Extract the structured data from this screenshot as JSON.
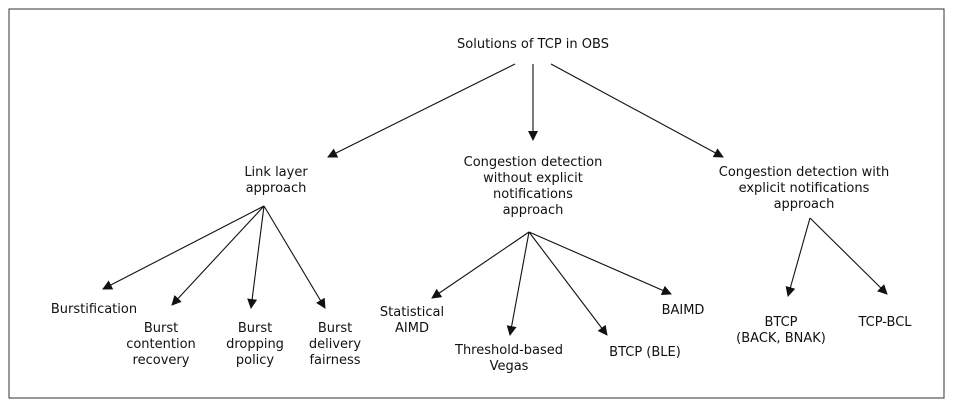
{
  "root": {
    "lines": [
      "Solutions of TCP in OBS"
    ]
  },
  "categories": [
    {
      "id": "link-layer",
      "lines": [
        "Link layer",
        "approach"
      ]
    },
    {
      "id": "implicit",
      "lines": [
        "Congestion detection",
        "without explicit",
        "notifications",
        "approach"
      ]
    },
    {
      "id": "explicit",
      "lines": [
        "Congestion detection with",
        "explicit notifications",
        "approach"
      ]
    }
  ],
  "leaves": [
    {
      "parent": "link-layer",
      "id": "burstification",
      "lines": [
        "Burstification"
      ]
    },
    {
      "parent": "link-layer",
      "id": "burst-contention-recovery",
      "lines": [
        "Burst",
        "contention",
        "recovery"
      ]
    },
    {
      "parent": "link-layer",
      "id": "burst-dropping-policy",
      "lines": [
        "Burst",
        "dropping",
        "policy"
      ]
    },
    {
      "parent": "link-layer",
      "id": "burst-delivery-fairness",
      "lines": [
        "Burst",
        "delivery",
        "fairness"
      ]
    },
    {
      "parent": "implicit",
      "id": "statistical-aimd",
      "lines": [
        "Statistical",
        "AIMD"
      ]
    },
    {
      "parent": "implicit",
      "id": "threshold-based-vegas",
      "lines": [
        "Threshold-based",
        "Vegas"
      ]
    },
    {
      "parent": "implicit",
      "id": "btcp-ble",
      "lines": [
        "BTCP (BLE)"
      ]
    },
    {
      "parent": "implicit",
      "id": "baimd",
      "lines": [
        "BAIMD"
      ]
    },
    {
      "parent": "explicit",
      "id": "btcp-back-bnak",
      "lines": [
        "BTCP",
        "(BACK, BNAK)"
      ]
    },
    {
      "parent": "explicit",
      "id": "tcp-bcl",
      "lines": [
        "TCP-BCL"
      ]
    }
  ]
}
